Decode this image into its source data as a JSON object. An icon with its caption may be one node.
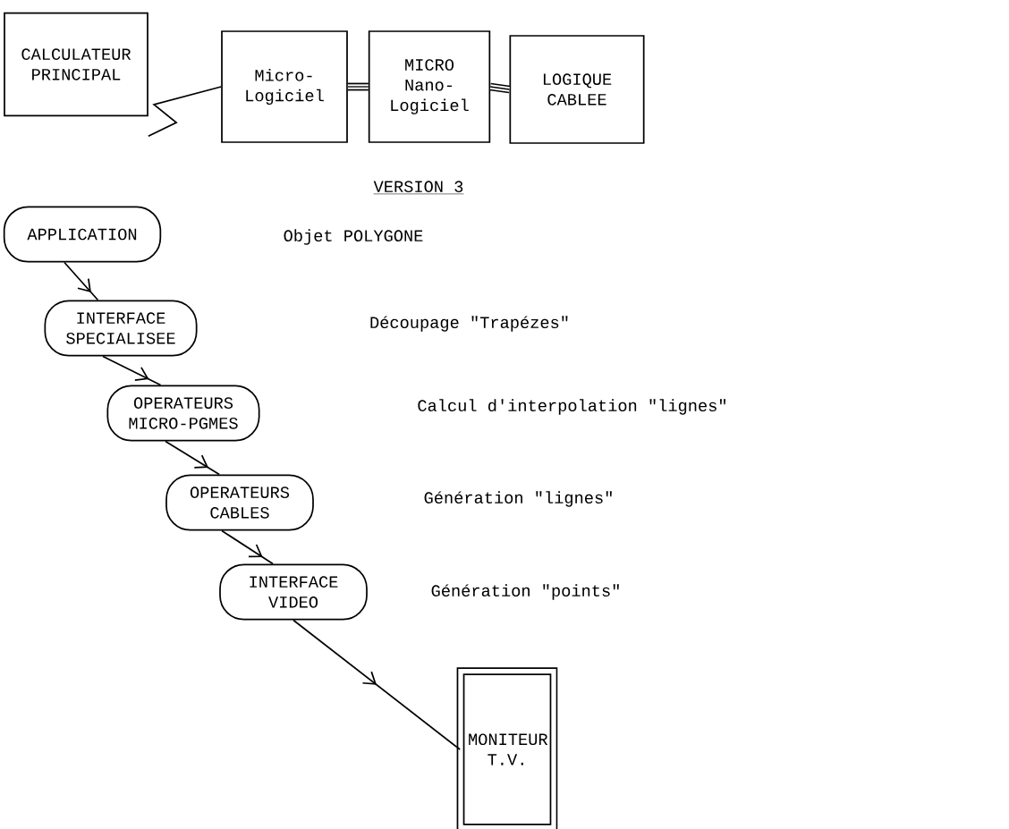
{
  "diagram": {
    "nodes": [
      {
        "text": [
          "CALCULATEUR PRINCIPAL"
        ]
      },
      {
        "text": [
          "Micro-Logiciel"
        ]
      },
      {
        "text": [
          "MICRO",
          "Nano-Logiciel"
        ]
      },
      {
        "text": [
          "LOGIQUE CABLEE"
        ]
      },
      {
        "text": [
          "APPLICATION"
        ]
      },
      {
        "text": [
          "INTERFACE SPECIALISEE"
        ]
      },
      {
        "text": [
          "OPERATEURS MICRO-PGMES"
        ]
      },
      {
        "text": [
          "OPERATEURS CABLES"
        ]
      },
      {
        "text": [
          "INTERFACE VIDEO"
        ]
      },
      {
        "text": [
          "MONITEUR T.V."
        ]
      }
    ],
    "edges": [
      {
        "from": 0,
        "to": 1,
        "arrow": "none"
      },
      {
        "from": 1,
        "to": 2,
        "arrow": "none",
        "style": "thick"
      },
      {
        "from": 2,
        "to": 3,
        "arrow": "none",
        "style": "thick"
      },
      {
        "from": 4,
        "to": 5,
        "arrow": "to"
      },
      {
        "from": 5,
        "to": 6,
        "arrow": "to"
      },
      {
        "from": 6,
        "to": 7,
        "arrow": "to"
      },
      {
        "from": 7,
        "to": 8,
        "arrow": "to"
      },
      {
        "from": 8,
        "to": 9,
        "arrow": "to"
      }
    ],
    "labels": [
      "VERSION 3",
      "Objet POLYGONE",
      "Découpage \"Trapézes\"",
      "Calcul d'interpolation \"lignes\"",
      "Génération \"lignes\"",
      "Génération \"points\""
    ]
  }
}
